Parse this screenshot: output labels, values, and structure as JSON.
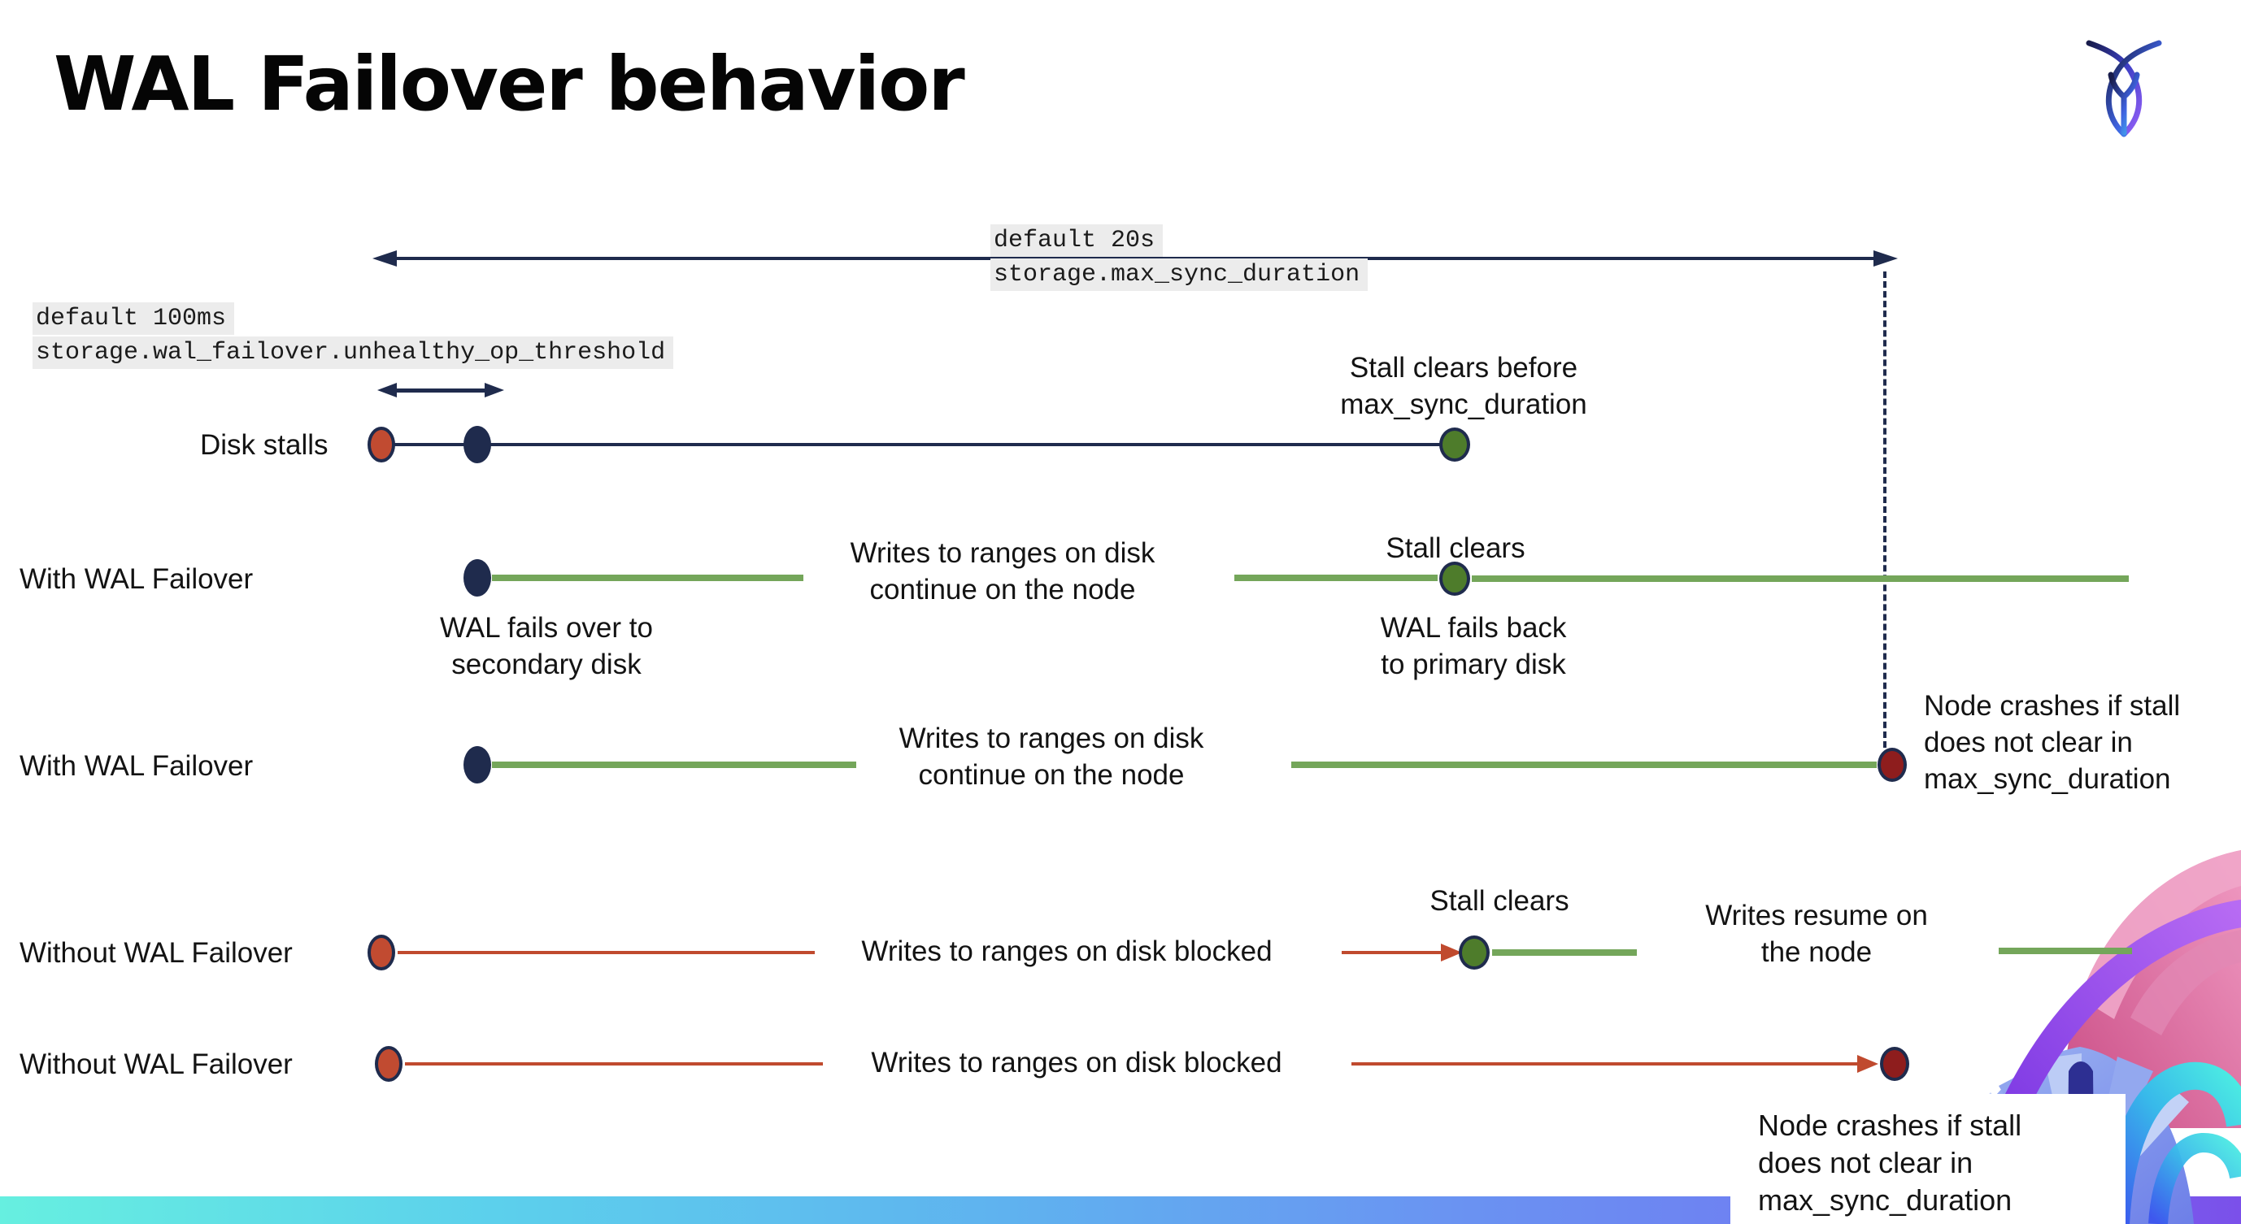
{
  "title": "WAL Failover behavior",
  "brand": {
    "logo_icon": "cockroachdb-logo",
    "bottom_art_icon": "cockroachdb-brand-art"
  },
  "colors": {
    "navy": "#1f2b4d",
    "green_line": "#74a65a",
    "green_dot": "#4e7c2b",
    "red_line": "#c04a2e",
    "red_dot": "#c14b31",
    "dark_red_dot": "#8e1d1d",
    "code_highlight_bg": "#ececec",
    "bottom_bar_gradient": [
      "#66efe0",
      "#5fb2ef",
      "#6a93f2",
      "#7b50ea"
    ]
  },
  "params": {
    "max_sync_duration": {
      "default_label": "default 20s",
      "setting": "storage.max_sync_duration"
    },
    "unhealthy_op_threshold": {
      "default_label": "default 100ms",
      "setting": "storage.wal_failover.unhealthy_op_threshold"
    }
  },
  "rows": {
    "disk_stalls": {
      "label": "Disk stalls",
      "stall_clears_note": "Stall clears before\nmax_sync_duration"
    },
    "with_failover_clears": {
      "label": "With WAL Failover",
      "failover_note": "WAL fails over to\nsecondary disk",
      "writes_note": "Writes to ranges on disk\ncontinue on the node",
      "stall_clears": "Stall clears",
      "failback_note": "WAL fails  back\nto primary disk"
    },
    "with_failover_crash": {
      "label": "With WAL Failover",
      "writes_note": "Writes to ranges on disk\ncontinue on the node",
      "crash_note": "Node crashes if stall\ndoes not clear in\nmax_sync_duration"
    },
    "without_failover_clears": {
      "label": "Without WAL Failover",
      "blocked_note": "Writes to ranges on disk  blocked",
      "stall_clears": "Stall clears",
      "resume_note": "Writes resume on\nthe node"
    },
    "without_failover_crash": {
      "label": "Without WAL Failover",
      "blocked_note": "Writes to ranges on disk  blocked",
      "crash_note": "Node crashes if stall\ndoes not clear in\nmax_sync_duration"
    }
  }
}
